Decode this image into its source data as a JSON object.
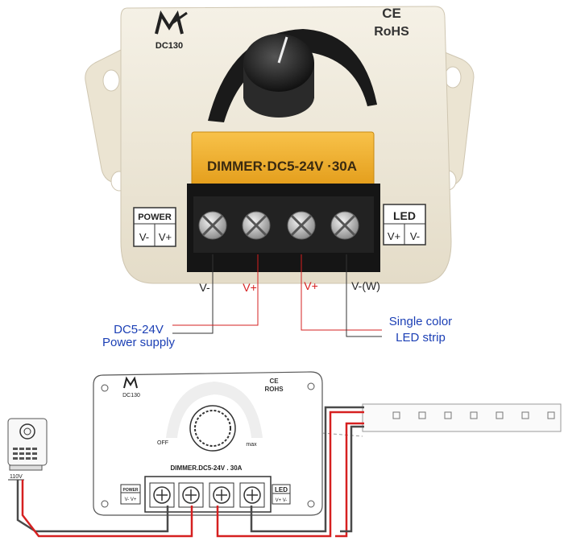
{
  "photo": {
    "brand_model": "DC130",
    "cert_ce": "CE",
    "cert_rohs": "RoHS",
    "dial_off": "OFF",
    "dial_max": "max",
    "label_strip": "DIMMER·DC5-24V ·30A",
    "power_label": "POWER",
    "power_vminus": "V-",
    "power_vplus": "V+",
    "led_label": "LED",
    "led_vplus": "V+",
    "led_vminus": "V-",
    "term_1": "V-",
    "term_2": "V+",
    "term_3": "V+",
    "term_4": "V-(W)"
  },
  "annotations": {
    "power_supply_line1": "DC5-24V",
    "power_supply_line2": "Power supply",
    "led_strip_line1": "Single color",
    "led_strip_line2": "LED strip"
  },
  "schematic": {
    "brand_model": "DC130",
    "cert_ce": "CE",
    "cert_rohs": "ROHS",
    "dial_off": "OFF",
    "dial_max": "max",
    "label_strip": "DIMMER.DC5-24V . 30A",
    "power_label": "POWER",
    "power_pins": "V-  V+",
    "led_label": "LED",
    "led_pins": "V+  V-",
    "psu_voltage": "110V"
  },
  "colors": {
    "casing": "#efe9da",
    "wire_red": "#d62020",
    "wire_dark": "#4a4a4a",
    "annotation_text": "#1b3fb5",
    "amber_label": "#f2b12a"
  }
}
